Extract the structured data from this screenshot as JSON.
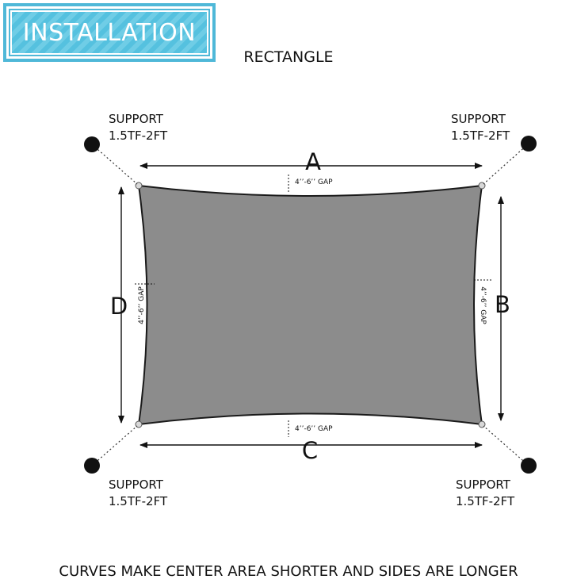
{
  "badge": {
    "text": "INSTALLATION"
  },
  "title": "RECTANGLE",
  "supports": {
    "top_left": {
      "title": "SUPPORT",
      "spec": "1.5TF-2FT"
    },
    "top_right": {
      "title": "SUPPORT",
      "spec": "1.5TF-2FT"
    },
    "bottom_left": {
      "title": "SUPPORT",
      "spec": "1.5TF-2FT"
    },
    "bottom_right": {
      "title": "SUPPORT",
      "spec": "1.5TF-2FT"
    }
  },
  "sides": {
    "a": "A",
    "b": "B",
    "c": "C",
    "d": "D"
  },
  "gap_label": "4’’-6’’ GAP",
  "footer": "CURVES MAKE CENTER AREA SHORTER AND SIDES ARE LONGER",
  "colors": {
    "accent": "#55c1df",
    "shade": "#8c8c8c",
    "ink": "#111111"
  }
}
